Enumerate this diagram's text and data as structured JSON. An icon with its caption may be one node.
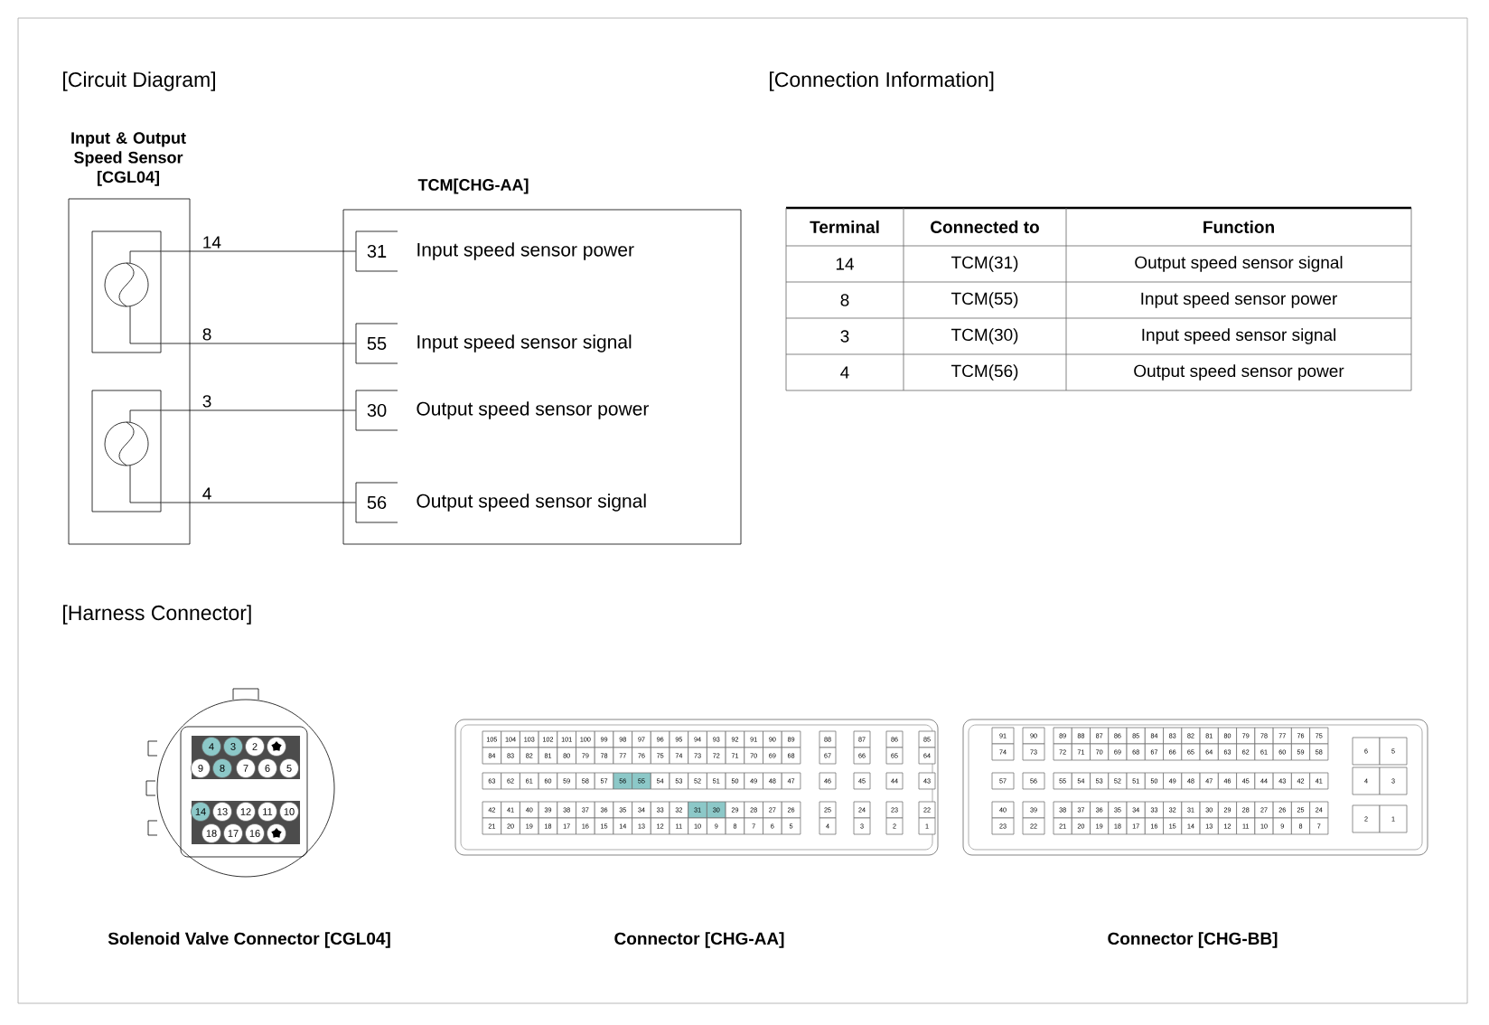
{
  "diagram": {
    "nodes": [
      {
        "text": [
          "Input & Output Speed Sensor [CGL04]"
        ]
      },
      {
        "text": [],
        "shape": "box",
        "in": 0
      },
      {
        "text": [],
        "shape": "box",
        "in": 0
      },
      {
        "text": [
          "TCM[CHG-AA]"
        ]
      },
      {
        "text": [
          "31",
          "Input speed sensor power"
        ],
        "in": 3
      },
      {
        "text": [
          "55",
          "Input speed sensor signal"
        ],
        "in": 3
      },
      {
        "text": [
          "30",
          "Output speed sensor power"
        ],
        "in": 3
      },
      {
        "text": [
          "56",
          "Output speed sensor signal"
        ],
        "in": 3
      }
    ],
    "edges": [
      {
        "from": 1,
        "to": 4,
        "arrow": "none",
        "label": "14"
      },
      {
        "from": 1,
        "to": 5,
        "arrow": "none",
        "label": "8"
      },
      {
        "from": 2,
        "to": 6,
        "arrow": "none",
        "label": "3"
      },
      {
        "from": 2,
        "to": 7,
        "arrow": "none",
        "label": "4"
      }
    ],
    "labels": [
      "[Circuit Diagram]",
      "[Connection Information]",
      "Terminal",
      "Connected to",
      "Function",
      "14",
      "TCM(31)",
      "Output speed sensor signal",
      "8",
      "TCM(55)",
      "Input speed sensor power",
      "3",
      "TCM(30)",
      "Input speed sensor signal",
      "4",
      "TCM(56)",
      "Output speed sensor power",
      "[Harness Connector]",
      "4",
      "3",
      "2",
      "9",
      "8",
      "7",
      "6",
      "5",
      "14",
      "13",
      "12",
      "11",
      "10",
      "18",
      "17",
      "16",
      "105",
      "104",
      "103",
      "102",
      "101",
      "100",
      "99",
      "98",
      "97",
      "96",
      "95",
      "94",
      "93",
      "92",
      "91",
      "90",
      "89",
      "88",
      "87",
      "86",
      "85",
      "84",
      "83",
      "82",
      "81",
      "80",
      "79",
      "78",
      "77",
      "76",
      "75",
      "74",
      "73",
      "72",
      "71",
      "70",
      "69",
      "68",
      "67",
      "66",
      "65",
      "64",
      "63",
      "62",
      "61",
      "60",
      "59",
      "58",
      "57",
      "56",
      "55",
      "54",
      "53",
      "52",
      "51",
      "50",
      "49",
      "48",
      "47",
      "46",
      "45",
      "44",
      "43",
      "42",
      "41",
      "40",
      "39",
      "38",
      "37",
      "36",
      "35",
      "34",
      "33",
      "32",
      "31",
      "30",
      "29",
      "28",
      "27",
      "26",
      "25",
      "24",
      "23",
      "22",
      "21",
      "20",
      "19",
      "18",
      "17",
      "16",
      "15",
      "14",
      "13",
      "12",
      "11",
      "10",
      "9",
      "8",
      "7",
      "6",
      "5",
      "4",
      "3",
      "2",
      "1",
      "91",
      "90",
      "89",
      "88",
      "87",
      "86",
      "85",
      "84",
      "83",
      "82",
      "81",
      "80",
      "79",
      "78",
      "77",
      "76",
      "75",
      "74",
      "73",
      "72",
      "71",
      "70",
      "69",
      "68",
      "67",
      "66",
      "65",
      "64",
      "63",
      "62",
      "61",
      "60",
      "59",
      "58",
      "6",
      "5",
      "57",
      "56",
      "55",
      "54",
      "53",
      "52",
      "51",
      "50",
      "49",
      "48",
      "47",
      "46",
      "45",
      "44",
      "43",
      "42",
      "41",
      "4",
      "3",
      "40",
      "39",
      "38",
      "37",
      "36",
      "35",
      "34",
      "33",
      "32",
      "31",
      "30",
      "29",
      "28",
      "27",
      "26",
      "25",
      "24",
      "2",
      "1",
      "23",
      "22",
      "21",
      "20",
      "19",
      "18",
      "17",
      "16",
      "15",
      "14",
      "13",
      "12",
      "11",
      "10",
      "9",
      "8",
      "7",
      "Solenoid Valve Connector [CGL04]",
      "Connector [CHG-AA]",
      "Connector [CHG-BB]"
    ]
  }
}
